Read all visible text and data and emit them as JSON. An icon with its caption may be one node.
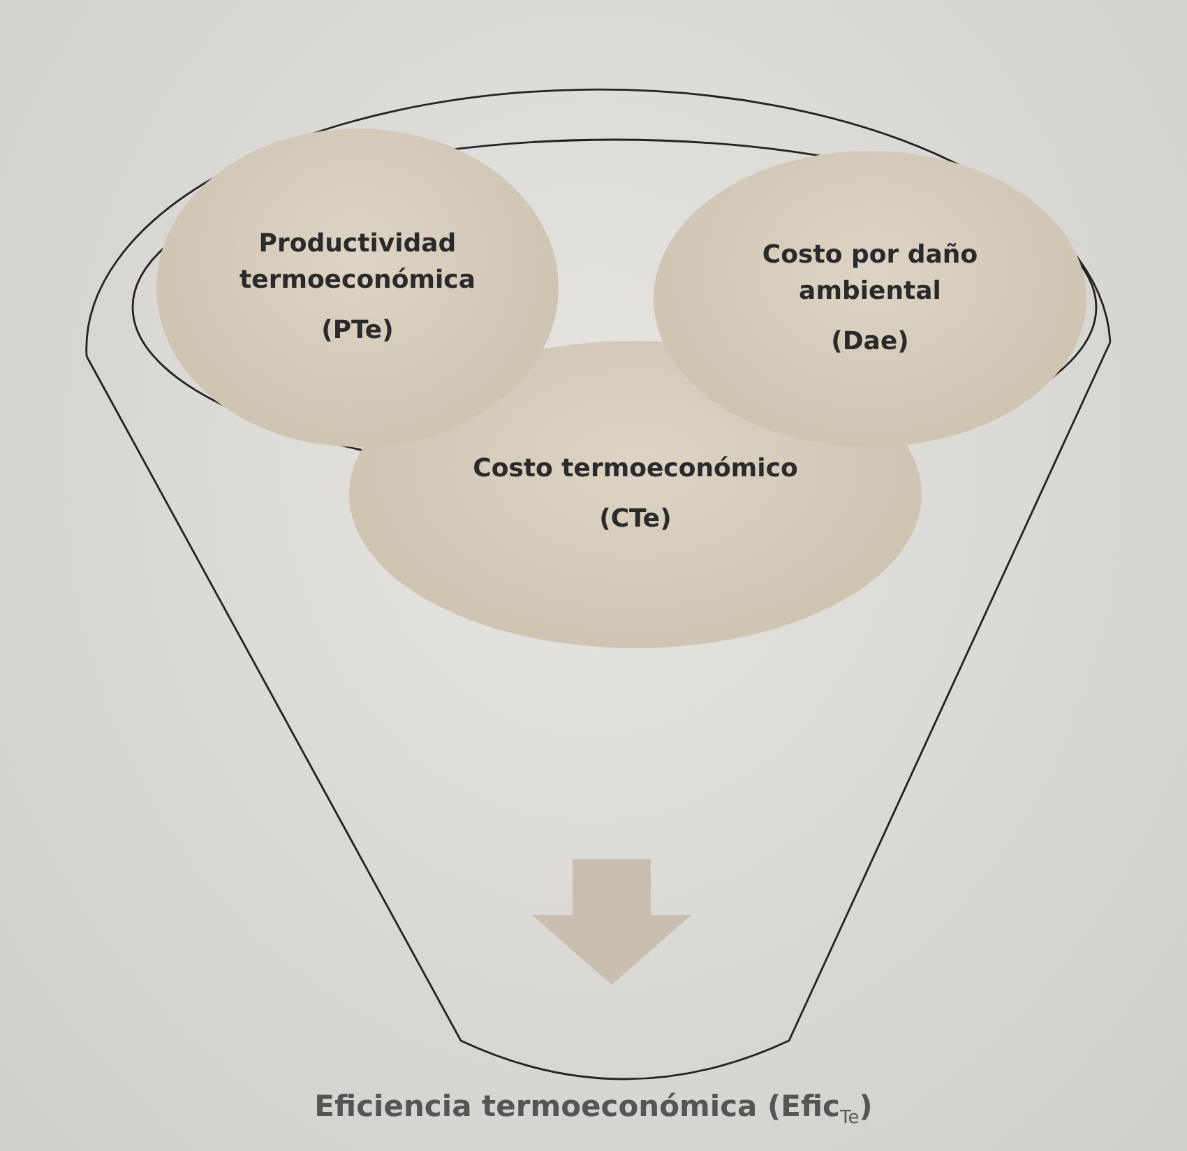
{
  "diagram": {
    "nodes": [
      {
        "text": [],
        "shape": "funnel"
      },
      {
        "text": [
          "Productividad termoeconómica",
          "(PTe)"
        ],
        "in": 0
      },
      {
        "text": [
          "Costo por daño ambiental",
          "(Dae)"
        ],
        "in": 0
      },
      {
        "text": [
          "Costo termoeconómico",
          "(CTe)"
        ],
        "in": 0
      }
    ],
    "labels": [
      "Eficiencia termoeconómica (Efic$_{Te}$)"
    ]
  }
}
